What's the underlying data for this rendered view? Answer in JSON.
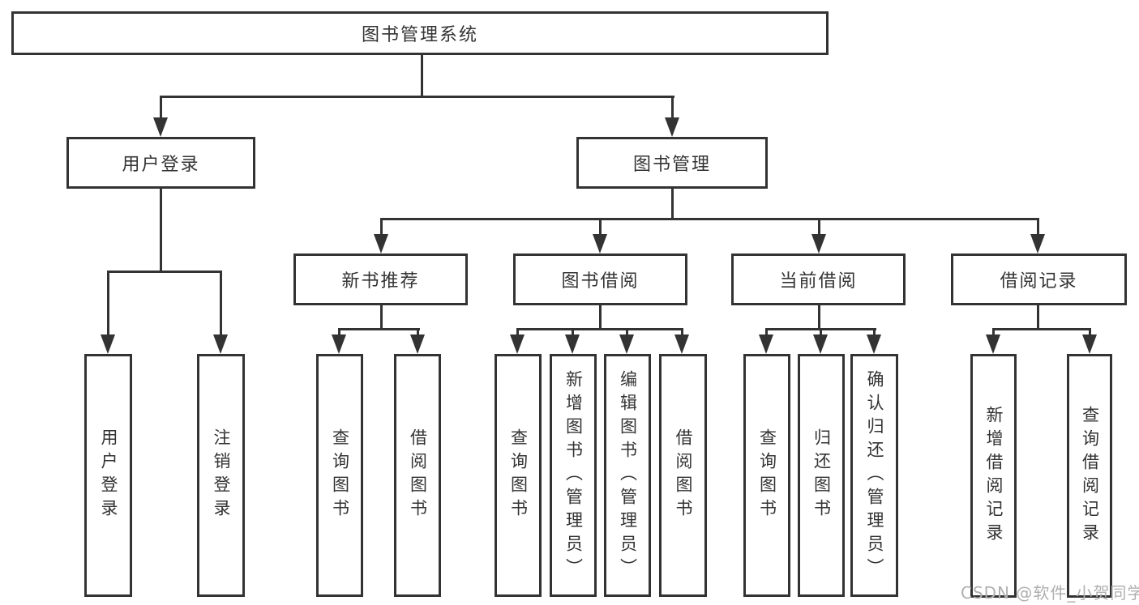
{
  "diagram": {
    "title": "图书管理系统",
    "tree": {
      "label": "图书管理系统",
      "children": [
        {
          "label": "用户登录",
          "children": [
            {
              "label": "用户登录"
            },
            {
              "label": "注销登录"
            }
          ]
        },
        {
          "label": "图书管理",
          "children": [
            {
              "label": "新书推荐",
              "children": [
                {
                  "label": "查询图书"
                },
                {
                  "label": "借阅图书"
                }
              ]
            },
            {
              "label": "图书借阅",
              "children": [
                {
                  "label": "查询图书"
                },
                {
                  "label": "新增图书（管理员）"
                },
                {
                  "label": "编辑图书（管理员）"
                },
                {
                  "label": "借阅图书"
                }
              ]
            },
            {
              "label": "当前借阅",
              "children": [
                {
                  "label": "查询图书"
                },
                {
                  "label": "归还图书"
                },
                {
                  "label": "确认归还（管理员）"
                }
              ]
            },
            {
              "label": "借阅记录",
              "children": [
                {
                  "label": "新增借阅记录"
                },
                {
                  "label": "查询借阅记录"
                }
              ]
            }
          ]
        }
      ]
    }
  },
  "watermark": "CSDN @软件_小贺同学",
  "colors": {
    "line": "#333333",
    "text": "#333333",
    "background": "#ffffff",
    "watermark": "#b0b0b0"
  }
}
